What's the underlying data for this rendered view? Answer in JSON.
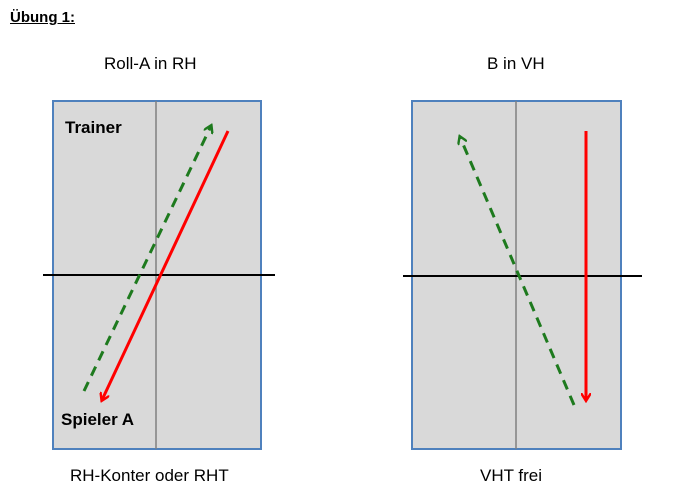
{
  "page": {
    "heading": "Übung 1:"
  },
  "exercises": [
    {
      "title": "Roll-A in RH",
      "caption": "RH-Konter oder RHT",
      "top_label": "Trainer",
      "bottom_label": "Spieler A"
    },
    {
      "title": "B in VH",
      "caption": "VHT frei"
    }
  ],
  "colors": {
    "table_fill": "#d9d9d9",
    "table_border": "#4f81bd",
    "center_line": "#808080",
    "net": "#000000",
    "ball_path": "#ff0000",
    "return_path": "#1e7a1e"
  }
}
